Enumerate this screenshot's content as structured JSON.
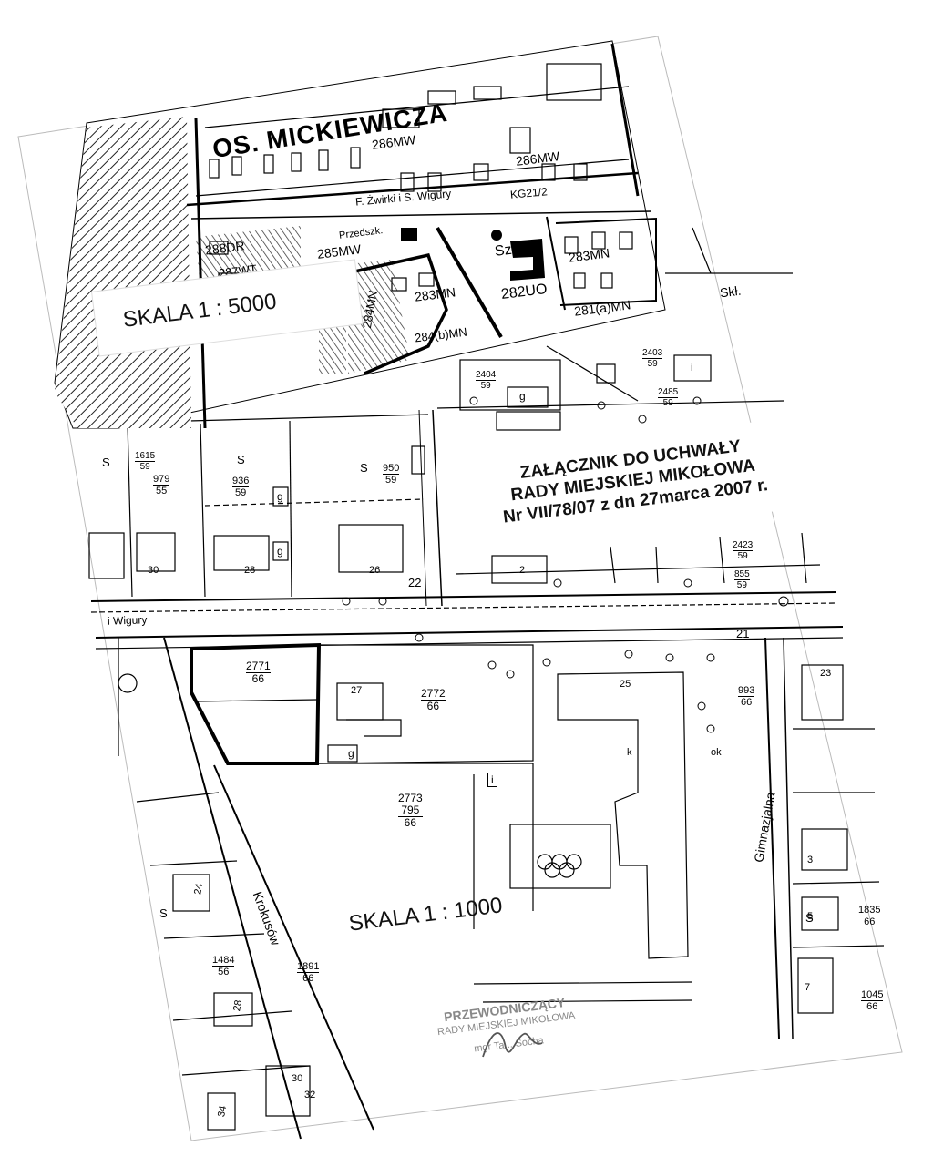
{
  "document": {
    "caption": {
      "line1": "ZAŁĄCZNIK DO UCHWAŁY",
      "line2": "RADY MIEJSKIEJ MIKOŁOWA",
      "line3": "Nr VII/78/07 z dn 27marca 2007 r."
    },
    "upper_map": {
      "scale_label": "SKALA   1 : 5000",
      "district": "OS. MICKIEWICZA",
      "street": "F. Żwirki i S. Wigury",
      "street_code": "KG21/2",
      "zones": [
        "286MW",
        "286MW",
        "288DR",
        "287WT",
        "285MW",
        "283MN",
        "283MN",
        "282UO",
        "281(a)MN",
        "284(b)MN",
        "284MN"
      ],
      "labels": [
        "Przedszk.",
        "Szk.",
        "Skł."
      ]
    },
    "lower_map": {
      "scale_label": "SKALA   1 : 1000",
      "streets": [
        "i Wigury",
        "Krokusów",
        "Gimnazjalna"
      ],
      "parcels": [
        {
          "num": "2771",
          "den": "66"
        },
        {
          "num": "2772",
          "den": "66"
        },
        {
          "num": "2773",
          "den": "66",
          "extra": "795"
        },
        {
          "num": "1891",
          "den": "66"
        },
        {
          "num": "993",
          "den": "66"
        },
        {
          "num": "1835",
          "den": "66"
        },
        {
          "num": "1045",
          "den": "66"
        },
        {
          "num": "1484",
          "den": "56"
        },
        {
          "num": "979",
          "den": "55"
        },
        {
          "num": "936",
          "den": "59"
        },
        {
          "num": "950",
          "den": "59"
        },
        {
          "num": "1615",
          "den": "59"
        },
        {
          "num": "2404",
          "den": "59"
        },
        {
          "num": "2403",
          "den": "59"
        },
        {
          "num": "2485",
          "den": "59"
        },
        {
          "num": "855",
          "den": "59"
        },
        {
          "num": "2423",
          "den": "59"
        }
      ],
      "house_numbers": [
        "30",
        "28",
        "26",
        "27",
        "25",
        "23",
        "22",
        "21",
        "3",
        "5",
        "7",
        "24",
        "28",
        "30",
        "32",
        "34",
        "2"
      ],
      "small_labels": [
        "S",
        "S",
        "S",
        "S",
        "S",
        "g",
        "g",
        "g",
        "g",
        "i",
        "i",
        "k",
        "ok"
      ]
    },
    "stamp": {
      "line1": "PRZEWODNICZĄCY",
      "line2": "RADY MIEJSKIEJ MIKOŁOWA",
      "line3": "mgr Ta... Socha"
    }
  }
}
